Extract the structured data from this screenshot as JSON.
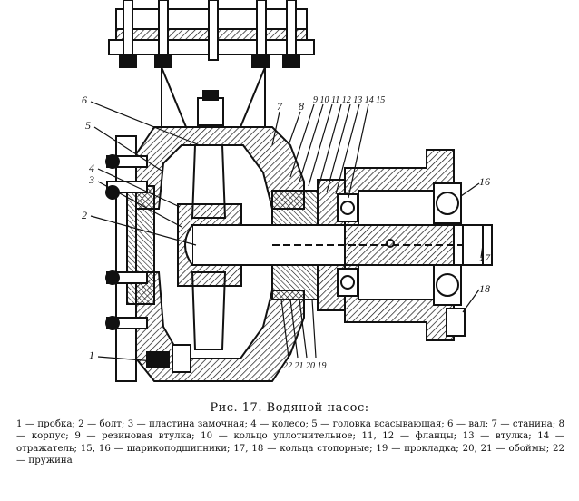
{
  "figure": {
    "caption": "Рис. 17. Водяной насос:",
    "legend": [
      "1 — пробка; 2 — болт; 3 — пластина замочная; 4 — колесо; 5 — головка всасывающая; 6 — вал; 7 — станина; 8 — корпус; 9 — резиновая втулка; 10 — кольцо уплотнительное; 11, 12 — фланцы; 13 — втулка; 14 — отражатель; 15, 16 — шарикоподшипники; 17, 18 — кольца стопорные; 19 — прокладка; 20, 21 — обоймы; 22 — пружина"
    ],
    "callouts": {
      "c1": "1",
      "c2": "2",
      "c3": "3",
      "c4": "4",
      "c5": "5",
      "c6": "6",
      "c7": "7",
      "c8": "8",
      "c9to15": "9 10 11 12 13 14 15",
      "c16": "16",
      "c17": "17",
      "c18": "18",
      "c22to19": "22 21 20 19"
    }
  }
}
